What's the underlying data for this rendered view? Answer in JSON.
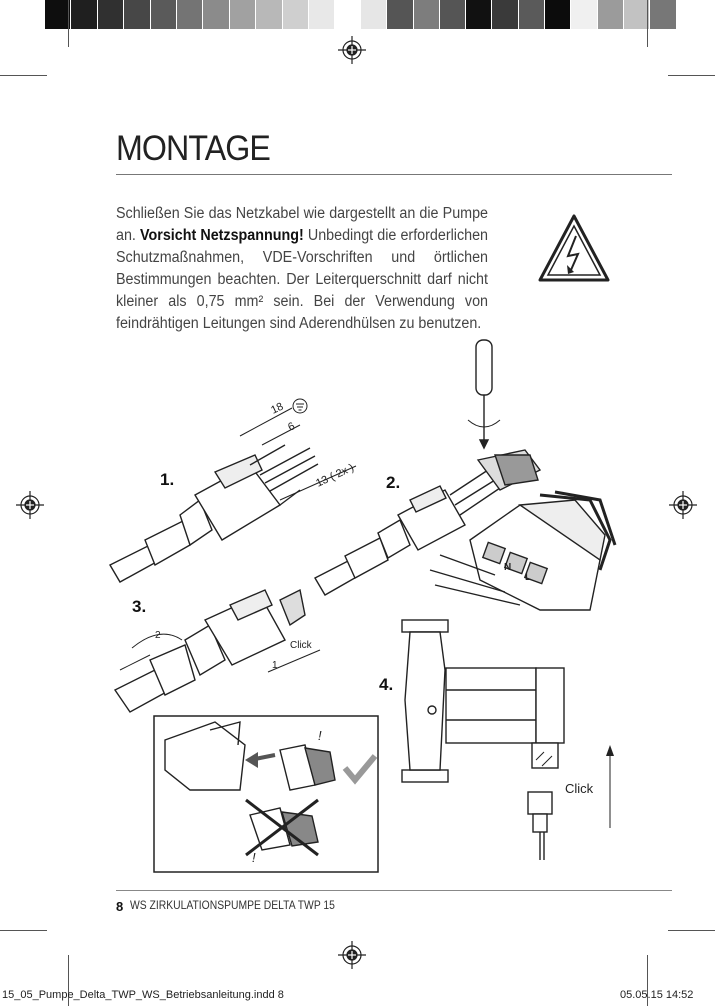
{
  "colorbar_left": [
    "#0e0e0e",
    "#1f1f1f",
    "#303030",
    "#474747",
    "#5a5a5a",
    "#747474",
    "#8b8b8b",
    "#a1a1a1",
    "#b8b8b8",
    "#cfcfcf",
    "#e8e8e8",
    "#ffffff"
  ],
  "colorbar_right": [
    "#e6e6e6",
    "#555555",
    "#7d7d7d",
    "#555555",
    "#111111",
    "#3a3a3a",
    "#5a5a5a",
    "#0c0c0c",
    "#f0f0f0",
    "#9b9b9b",
    "#c2c2c2",
    "#777777"
  ],
  "title": "MONTAGE",
  "intro": {
    "line1": "Schließen Sie das Netzkabel wie dargestellt an die Pumpe an.",
    "warning": "Vorsicht Netzspannung!",
    "text_rest": "Unbedingt die erforderlichen Schutzmaßnahmen, VDE-Vorschriften und örtlichen Bestimmungen beachten. Der Leiterquerschnitt darf nicht kleiner als 0,75 mm² sein. Bei der Verwendung von feindrähtigen Leitungen sind Aderendhülsen zu benutzen."
  },
  "steps": {
    "s1": "1.",
    "s2": "2.",
    "s3": "3.",
    "s4": "4."
  },
  "dimensions": {
    "d18": "18",
    "d6": "6",
    "d13": "13 ( 2x )"
  },
  "callouts": {
    "click_step3": "Click",
    "arrow_1": "1",
    "arrow_2": "2",
    "click_step4": "Click",
    "terminal_n": "N",
    "terminal_l": "L",
    "excl_1": "!",
    "excl_2": "!"
  },
  "footer": {
    "page_number": "8",
    "text": "WS ZIRKULATIONSPUMPE DELTA TWP 15"
  },
  "slug": {
    "file": "15_05_Pumpe_Delta_TWP_WS_Betriebsanleitung.indd   8",
    "date": "05.05.15   14:52"
  }
}
